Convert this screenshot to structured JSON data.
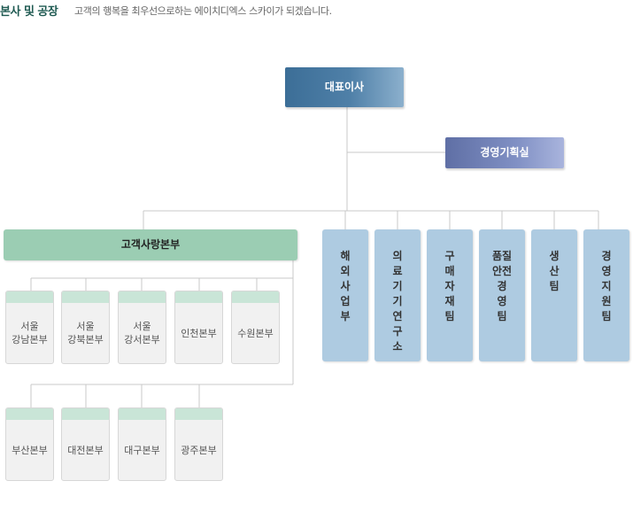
{
  "header": {
    "title": "본사 및 공장",
    "subtitle": "고객의 행복을 최우선으로하는 에이치디엑스 스카이가 되겠습니다."
  },
  "org": {
    "ceo": "대표이사",
    "planning_office": "경영기획실",
    "customer_hq": "고객사랑본부",
    "departments": [
      {
        "chars": [
          "해",
          "외",
          "사",
          "업",
          "부"
        ]
      },
      {
        "chars": [
          "의",
          "료",
          "기",
          "기",
          "연",
          "구",
          "소"
        ]
      },
      {
        "chars": [
          "구",
          "매",
          "자",
          "재",
          "팀"
        ]
      },
      {
        "chars": [
          "품질",
          "안전",
          "경",
          "영",
          "팀"
        ]
      },
      {
        "chars": [
          "생",
          "산",
          "팀"
        ]
      },
      {
        "chars": [
          "경",
          "영",
          "지",
          "원",
          "팀"
        ]
      }
    ],
    "branches_row1": [
      {
        "lines": [
          "서울",
          "강남본부"
        ]
      },
      {
        "lines": [
          "서울",
          "강북본부"
        ]
      },
      {
        "lines": [
          "서울",
          "강서본부"
        ]
      },
      {
        "lines": [
          "인천본부"
        ]
      },
      {
        "lines": [
          "수원본부"
        ]
      }
    ],
    "branches_row2": [
      {
        "lines": [
          "부산본부"
        ]
      },
      {
        "lines": [
          "대전본부"
        ]
      },
      {
        "lines": [
          "대구본부"
        ]
      },
      {
        "lines": [
          "광주본부"
        ]
      }
    ]
  }
}
